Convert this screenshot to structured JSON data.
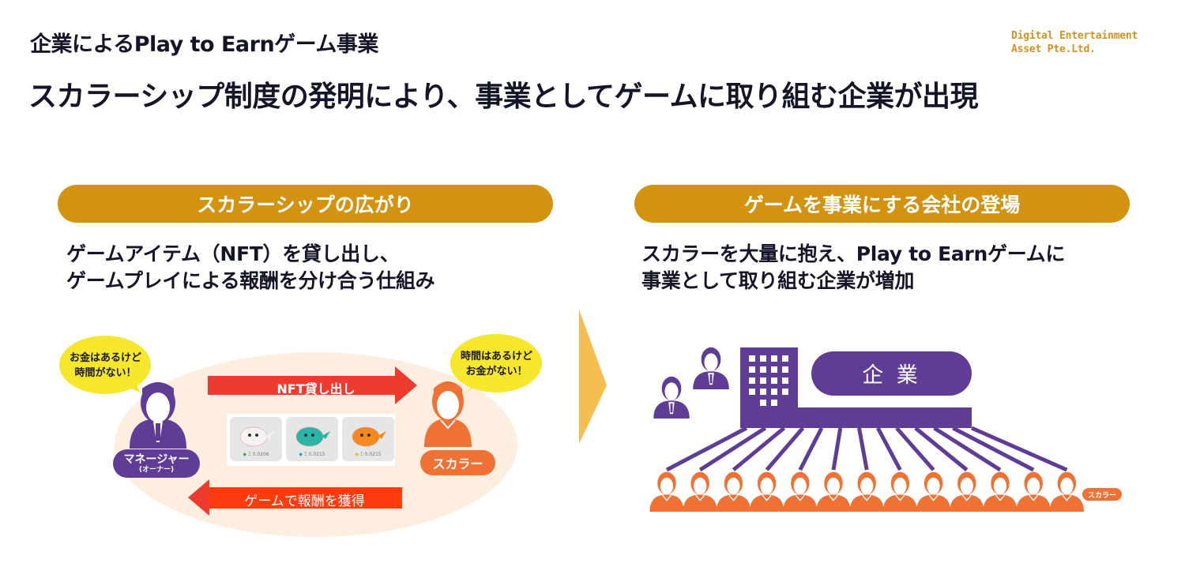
{
  "header": {
    "eyebrow": "企業によるPlay to Earnゲーム事業",
    "headline": "スカラーシップ制度の発明により、事業としてゲームに取り組む企業が出現",
    "logo_line1": "Digital Entertainment",
    "logo_line2": "Asset Pte.Ltd."
  },
  "left_panel": {
    "heading": "スカラーシップの広がり",
    "lead_line1": "ゲームアイテム（NFT）を貸し出し、",
    "lead_line2": "ゲームプレイによる報酬を分け合う仕組み",
    "manager_bubble_line1": "お金はあるけど",
    "manager_bubble_line2": "時間がない！",
    "scholar_bubble_line1": "時間はあるけど",
    "scholar_bubble_line2": "お金がない！",
    "manager_label": "マネージャー",
    "manager_sublabel": "(オーナー)",
    "scholar_label": "スカラー",
    "lend_arrow_label": "NFT貸し出し",
    "reward_arrow_label": "ゲームで報酬を獲得",
    "nft_cards": [
      {
        "name": "white-axie",
        "price": "Ξ 0.0206",
        "color": "#f7f2f2",
        "gem": "#3aa844"
      },
      {
        "name": "teal-axie",
        "price": "Ξ 0.0215",
        "color": "#2bb5a6",
        "gem": "#22a0c8"
      },
      {
        "name": "orange-axie",
        "price": "Ξ 0.0215",
        "color": "#f28a1e",
        "gem": "#f2b21e"
      }
    ]
  },
  "divider": {
    "icon": "chevron-right"
  },
  "right_panel": {
    "heading": "ゲームを事業にする会社の登場",
    "lead_line1": "スカラーを大量に抱え、Play to Earnゲームに",
    "lead_line2": "事業として取り組む企業が増加",
    "company_label": "企 業",
    "scholar_tag": "スカラー",
    "scholar_count": 13,
    "executive_count": 2
  },
  "colors": {
    "gold": "#d3920f",
    "purple": "#5f3d97",
    "orange": "#ef7234",
    "red": "#ee3a2f",
    "peach": "#fdeee0",
    "bubble_yellow": "#f6e72c",
    "chevron": "#f5bf4f"
  }
}
